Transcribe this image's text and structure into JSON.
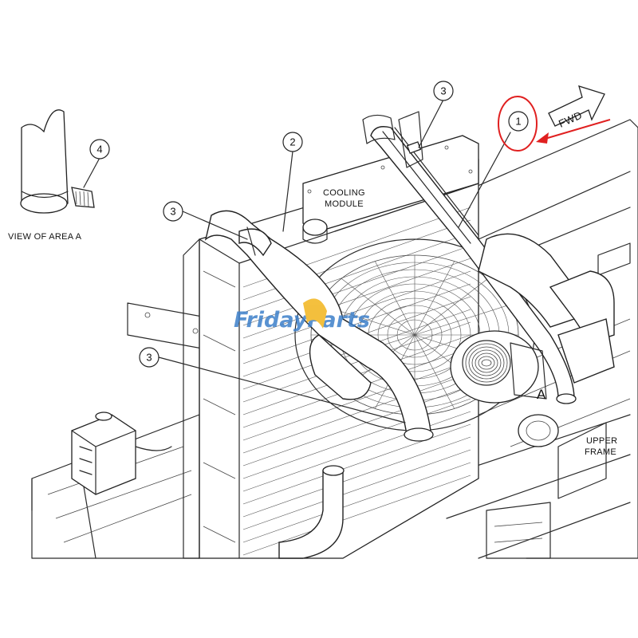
{
  "labels": {
    "view_of_area": "VIEW OF AREA A",
    "cooling_module_line1": "COOLING",
    "cooling_module_line2": "MODULE",
    "upper_frame_line1": "UPPER",
    "upper_frame_line2": "FRAME",
    "area_marker": "A",
    "fwd_arrow": "FWD"
  },
  "callouts": [
    {
      "id": "1",
      "highlighted": true
    },
    {
      "id": "2",
      "highlighted": false
    },
    {
      "id": "3",
      "highlighted": false
    },
    {
      "id": "3",
      "highlighted": false
    },
    {
      "id": "3",
      "highlighted": false
    },
    {
      "id": "4",
      "highlighted": false
    }
  ],
  "watermark": {
    "part1": "Friday",
    "part2": "Parts",
    "color_main": "#3d7fc9",
    "color_accent": "#f2b51c"
  },
  "colors": {
    "highlight": "#e02020",
    "line": "#222222"
  }
}
